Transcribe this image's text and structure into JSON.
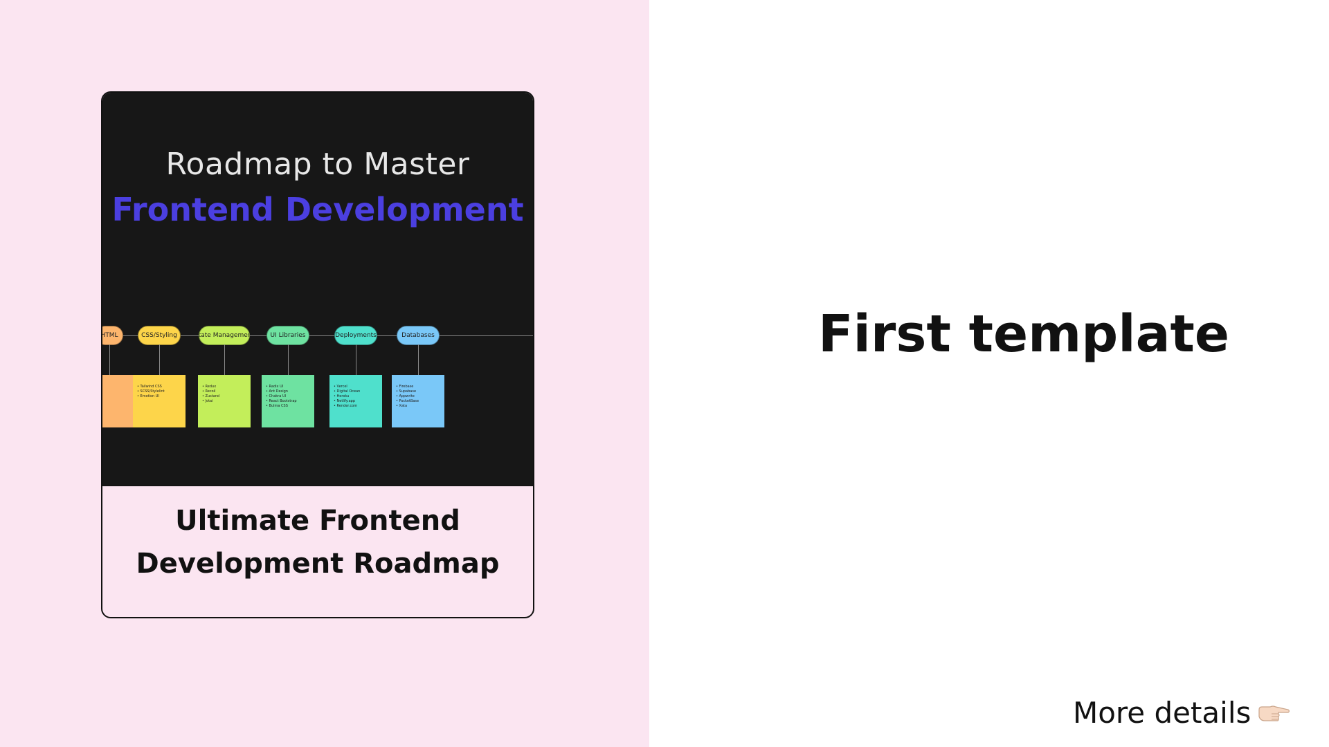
{
  "card": {
    "thumbnail": {
      "title_line1": "Roadmap to Master",
      "title_line2": "Frontend Development",
      "title_line2_color": "#4b3fe0",
      "stages": [
        {
          "label": "HTML",
          "color": "#fdb56d",
          "notes": []
        },
        {
          "label": "CSS/Styling",
          "color": "#fdd54a",
          "notes": [
            "Tailwind CSS",
            "SCSS/Stylelint",
            "Emotion UI"
          ]
        },
        {
          "label": "State Management",
          "color": "#c3ee5a",
          "notes": [
            "Redux",
            "Recoil",
            "Zustand",
            "Jotai"
          ]
        },
        {
          "label": "UI Libraries",
          "color": "#6ee2a1",
          "notes": [
            "Radix UI",
            "Ant Design",
            "Chakra UI",
            "React Bootstrap",
            "Bulma CSS"
          ]
        },
        {
          "label": "Deployments",
          "color": "#4fe0cc",
          "notes": [
            "Vercel",
            "Digital Ocean",
            "Heroku",
            "Netlify.app",
            "Render.com"
          ]
        },
        {
          "label": "Databases",
          "color": "#7ac8f8",
          "notes": [
            "Firebase",
            "Supabase",
            "Appwrite",
            "PocketBase",
            "Xata"
          ]
        }
      ]
    },
    "caption_line1": "Ultimate Frontend",
    "caption_line2": "Development Roadmap"
  },
  "main": {
    "title": "First template"
  },
  "footer": {
    "more_details_label": "More details",
    "pointing_icon": "pointing-right-hand-icon"
  },
  "colors": {
    "left_panel_bg": "#fbe5f1",
    "right_panel_bg": "#ffffff",
    "thumbnail_bg": "#171717"
  }
}
